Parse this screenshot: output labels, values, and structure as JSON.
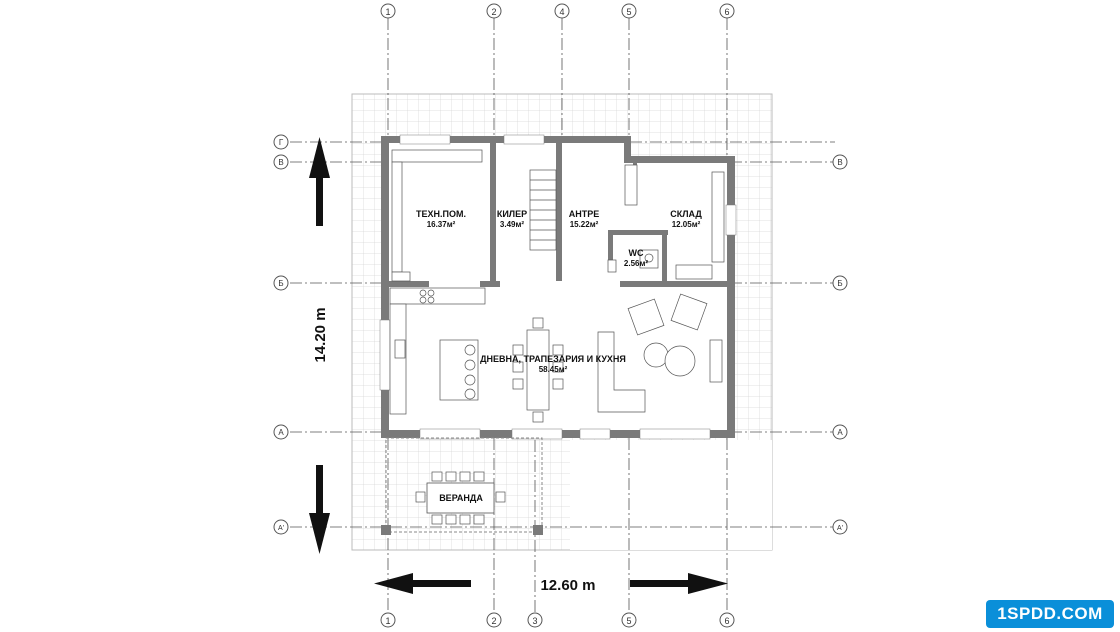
{
  "grid": {
    "columns_top": [
      "1",
      "2",
      "4",
      "5",
      "6"
    ],
    "columns_bottom": [
      "1",
      "2",
      "3",
      "5",
      "6"
    ],
    "rows": [
      "Г",
      "В",
      "Б",
      "А",
      "А'"
    ]
  },
  "dimensions": {
    "height": "14.20 m",
    "width": "12.60 m"
  },
  "rooms": {
    "tech": {
      "name": "ТЕХН.ПОМ.",
      "area": "16.37м²"
    },
    "pantry": {
      "name": "КИЛЕР",
      "area": "3.49м²"
    },
    "hall": {
      "name": "АНТРЕ",
      "area": "15.22м²"
    },
    "storage": {
      "name": "СКЛАД",
      "area": "12.05м²"
    },
    "wc": {
      "name": "WC",
      "area": "2.56м²"
    },
    "living": {
      "name": "ДНЕВНА, ТРАПЕЗАРИЯ И КУХНЯ",
      "area": "58.45м²"
    },
    "veranda": {
      "name": "ВЕРАНДА"
    }
  },
  "logo": {
    "text": "1SPDD.COM"
  },
  "colors": {
    "wall": "#7a7a7a",
    "tile_grid": "#d8d8d8",
    "logo": "#0a8fd9"
  }
}
